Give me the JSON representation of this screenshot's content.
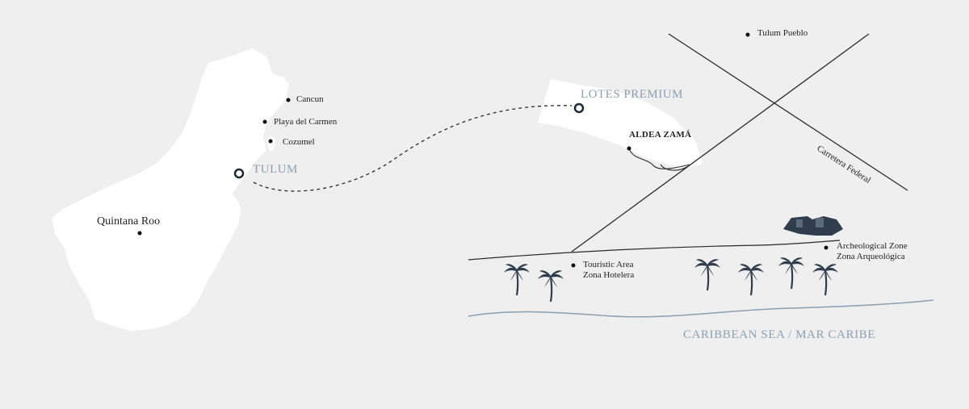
{
  "colors": {
    "background": "#efefef",
    "land": "#ffffff",
    "ink": "#2a2a2a",
    "accent": "#8d9fb1",
    "palm": "#2f3d4c"
  },
  "peninsula": {
    "region_label": "Quintana Roo",
    "cities": [
      "Cancun",
      "Playa del Carmen",
      "Cozumel"
    ],
    "highlight_city": "TULUM"
  },
  "detail": {
    "premium_lots": "LOTES PREMIUM",
    "aldea": "ALDEA ZAMÁ",
    "town": "Tulum Pueblo",
    "highway": "Carretera Federal",
    "touristic_en": "Touristic Area",
    "touristic_es": "Zona Hotelera",
    "archeo_en": "Archeological Zone",
    "archeo_es": "Zona Arqueológica",
    "sea": "CARIBBEAN SEA / MAR CARIBE"
  },
  "icons": [
    "palm-tree-icon",
    "ruins-icon"
  ]
}
